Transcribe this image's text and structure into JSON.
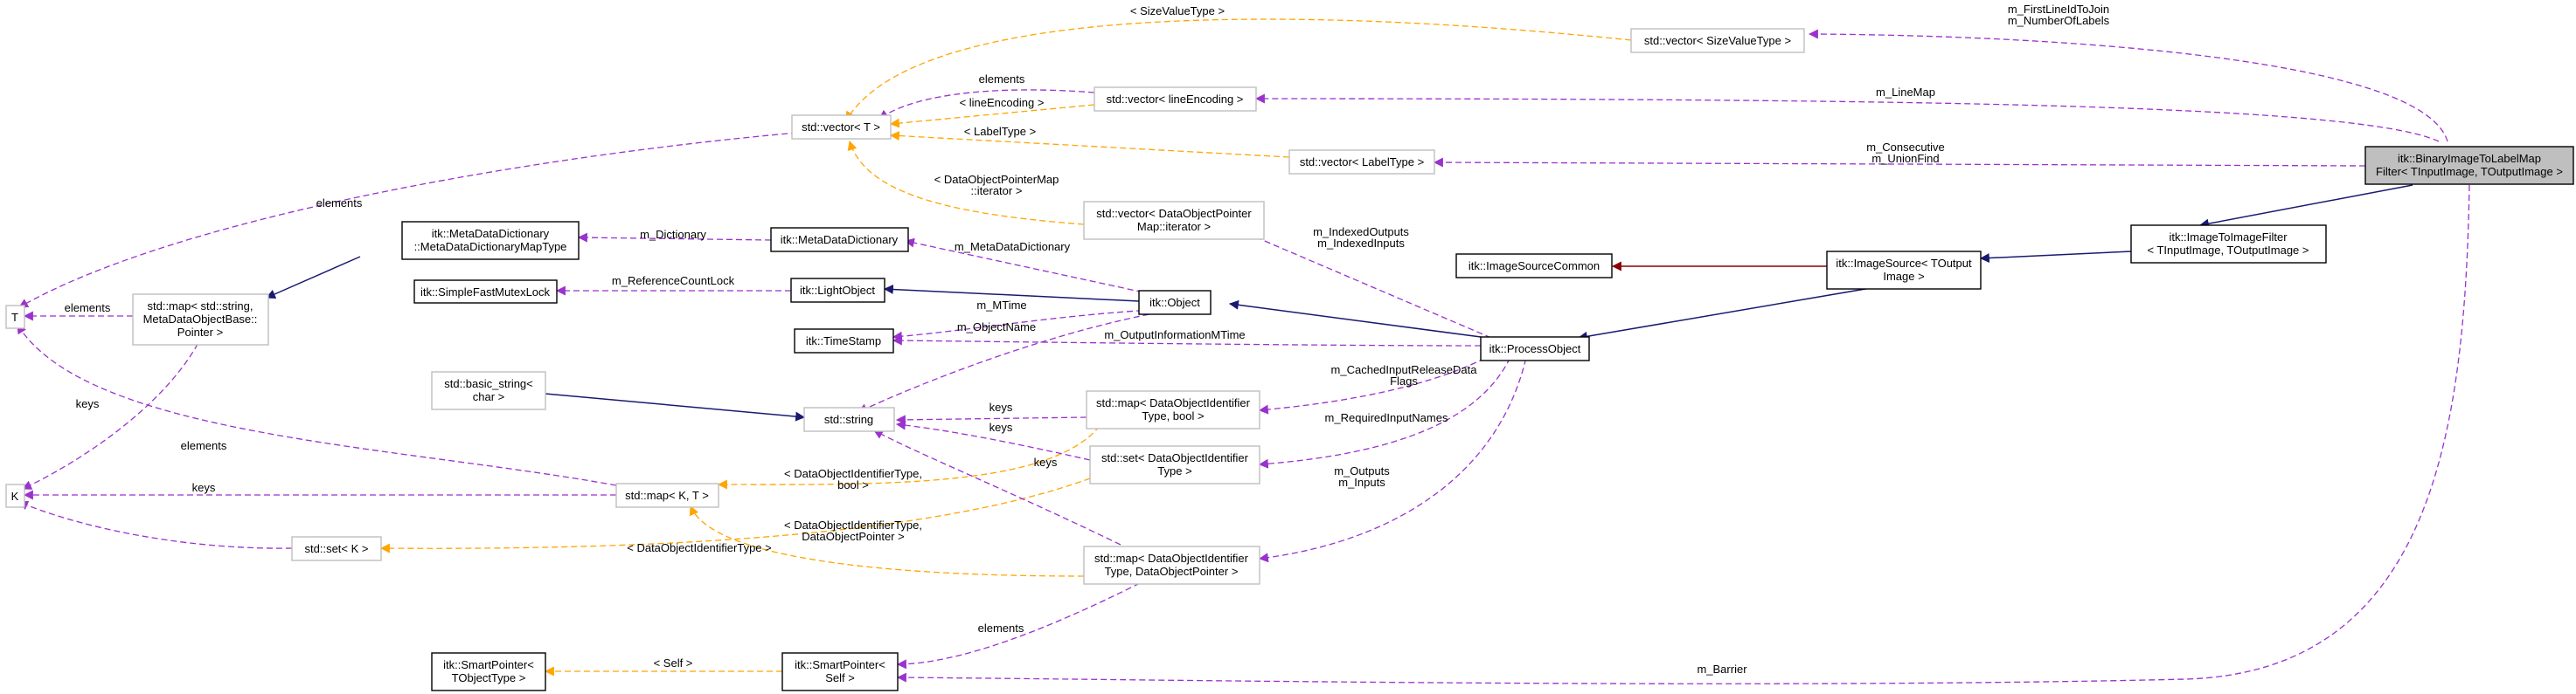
{
  "diagram": {
    "nodes": {
      "binary_filter": {
        "lines": [
          "itk::BinaryImageToLabelMap",
          "Filter< TInputImage, TOutputImage >"
        ]
      },
      "vec_size": {
        "lines": [
          "std::vector< SizeValueType >"
        ]
      },
      "vec_line": {
        "lines": [
          "std::vector< lineEncoding >"
        ]
      },
      "vec_t": {
        "lines": [
          "std::vector< T >"
        ]
      },
      "vec_label": {
        "lines": [
          "std::vector< LabelType >"
        ]
      },
      "vec_dopm": {
        "lines": [
          "std::vector< DataObjectPointer",
          "Map::iterator >"
        ]
      },
      "mdd_map": {
        "lines": [
          "itk::MetaDataDictionary",
          "::MetaDataDictionaryMapType"
        ]
      },
      "mdd": {
        "lines": [
          "itk::MetaDataDictionary"
        ]
      },
      "img_to_img": {
        "lines": [
          "itk::ImageToImageFilter",
          "< TInputImage, TOutputImage >"
        ]
      },
      "img_src_common": {
        "lines": [
          "itk::ImageSourceCommon"
        ]
      },
      "img_src": {
        "lines": [
          "itk::ImageSource< TOutput",
          "Image >"
        ]
      },
      "t": {
        "lines": [
          "T"
        ]
      },
      "map_str": {
        "lines": [
          "std::map< std::string,",
          "MetaDataObjectBase::",
          "Pointer >"
        ]
      },
      "mutex": {
        "lines": [
          "itk::SimpleFastMutexLock"
        ]
      },
      "light_obj": {
        "lines": [
          "itk::LightObject"
        ]
      },
      "object": {
        "lines": [
          "itk::Object"
        ]
      },
      "timestamp": {
        "lines": [
          "itk::TimeStamp"
        ]
      },
      "process_obj": {
        "lines": [
          "itk::ProcessObject"
        ]
      },
      "basic_string": {
        "lines": [
          "std::basic_string<",
          "char >"
        ]
      },
      "string": {
        "lines": [
          "std::string"
        ]
      },
      "map_doi_bool": {
        "lines": [
          "std::map< DataObjectIdentifier",
          "Type, bool >"
        ]
      },
      "k": {
        "lines": [
          "K"
        ]
      },
      "map_kt": {
        "lines": [
          "std::map< K, T >"
        ]
      },
      "set_doi": {
        "lines": [
          "std::set< DataObjectIdentifier",
          "Type >"
        ]
      },
      "set_k": {
        "lines": [
          "std::set< K >"
        ]
      },
      "map_doi_ptr": {
        "lines": [
          "std::map< DataObjectIdentifier",
          "Type, DataObjectPointer >"
        ]
      },
      "sp_tobj": {
        "lines": [
          "itk::SmartPointer<",
          "TObjectType >"
        ]
      },
      "sp_self": {
        "lines": [
          "itk::SmartPointer<",
          "Self >"
        ]
      }
    },
    "edge_labels": {
      "size_value_type": [
        "< SizeValueType >"
      ],
      "first_line": [
        "m_FirstLineIdToJoin",
        "m_NumberOfLabels"
      ],
      "elements_line": [
        "elements"
      ],
      "line_encoding": [
        "< lineEncoding >"
      ],
      "line_map": [
        "m_LineMap"
      ],
      "label_type": [
        "< LabelType >"
      ],
      "consecutive": [
        "m_Consecutive",
        "m_UnionFind"
      ],
      "dopm_iter": [
        "< DataObjectPointerMap",
        "::iterator >"
      ],
      "elements_t": [
        "elements"
      ],
      "dictionary": [
        "m_Dictionary"
      ],
      "meta_dictionary": [
        "m_MetaDataDictionary"
      ],
      "indexed": [
        "m_IndexedOutputs",
        "m_IndexedInputs"
      ],
      "elements_map": [
        "elements"
      ],
      "ref_count": [
        "m_ReferenceCountLock"
      ],
      "mtime": [
        "m_MTime"
      ],
      "object_name": [
        "m_ObjectName"
      ],
      "output_info": [
        "m_OutputInformationMTime"
      ],
      "cached": [
        "m_CachedInputReleaseData",
        "Flags"
      ],
      "keys_bool": [
        "keys"
      ],
      "keys_set": [
        "keys"
      ],
      "required": [
        "m_RequiredInputNames"
      ],
      "keys_mdd": [
        "keys"
      ],
      "elements_kt": [
        "elements"
      ],
      "keys_kt": [
        "keys"
      ],
      "doi_bool": [
        "< DataObjectIdentifierType,",
        "bool >"
      ],
      "keys_ptr": [
        "keys"
      ],
      "outputs": [
        "m_Outputs",
        "m_Inputs"
      ],
      "doi_ptr": [
        "< DataObjectIdentifierType,",
        "DataObjectPointer >"
      ],
      "doi_type": [
        "< DataObjectIdentifierType >"
      ],
      "elements_sp": [
        "elements"
      ],
      "self": [
        "< Self >"
      ],
      "barrier": [
        "m_Barrier"
      ]
    },
    "colors": {
      "inheritance": "#191970",
      "usage": "#9a32cd",
      "template": "#ffa500",
      "friend": "#8b0000",
      "focus_fill": "#bfbfbf",
      "gray_border": "#bfbfbf"
    }
  }
}
